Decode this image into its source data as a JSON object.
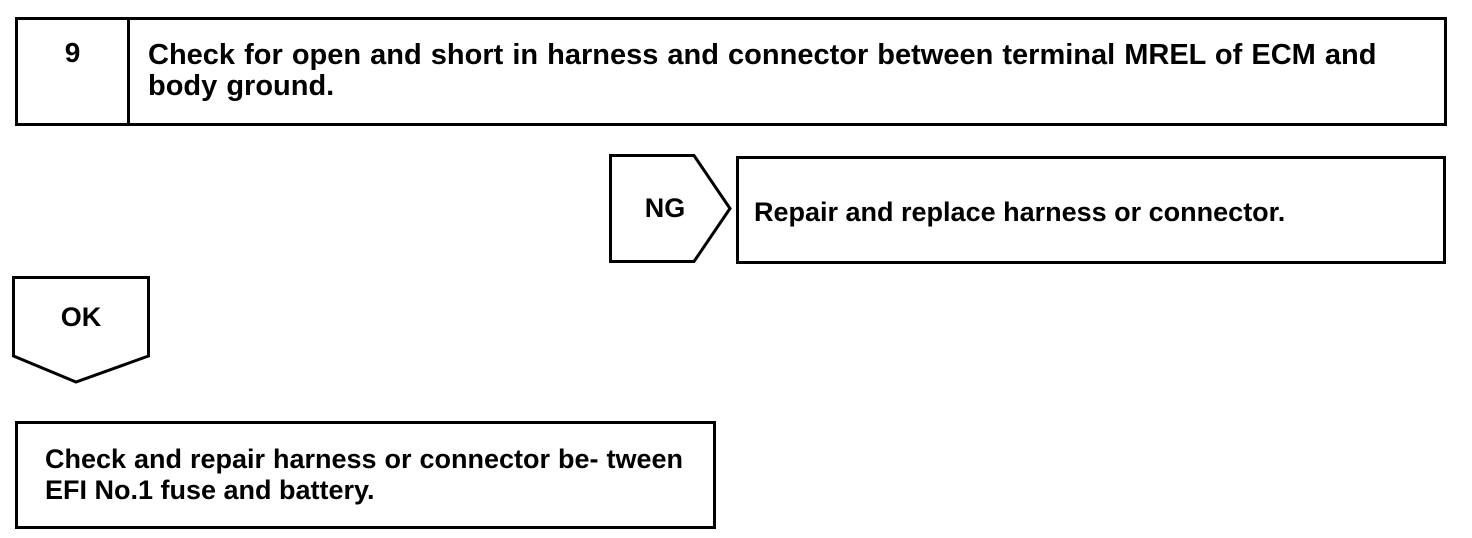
{
  "step": {
    "number": "9",
    "text": "Check for open and short in harness and connector between terminal MREL of ECM and body ground."
  },
  "ng_branch": {
    "label": "NG",
    "result": "Repair and replace harness or connector."
  },
  "ok_branch": {
    "label": "OK"
  },
  "final_step": {
    "text": "Check and repair harness or connector be- tween EFI No.1 fuse and battery."
  }
}
